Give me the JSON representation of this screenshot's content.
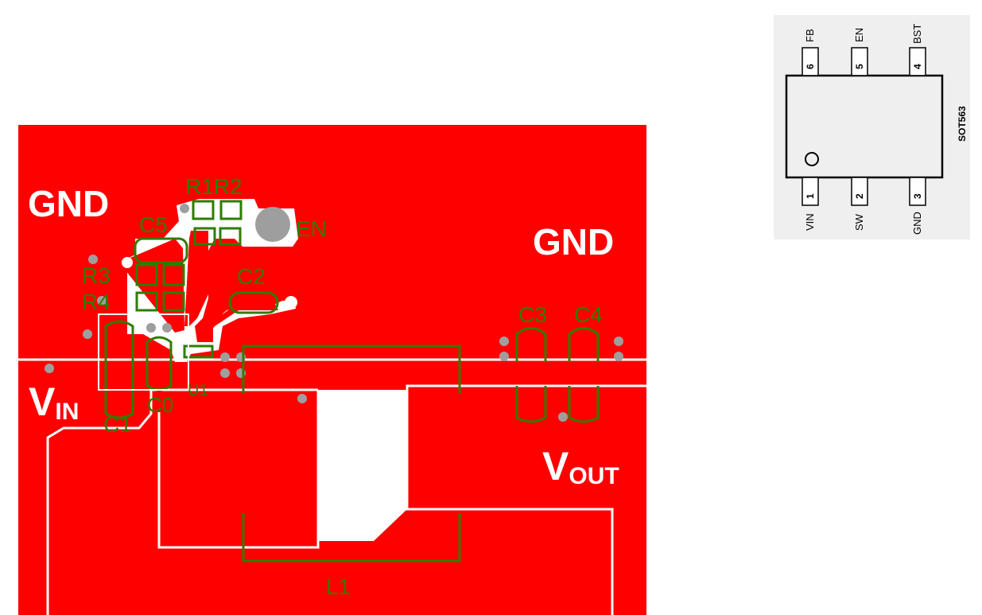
{
  "pcb": {
    "net_labels": {
      "gnd_left": "GND",
      "gnd_right": "GND",
      "vin_main": "V",
      "vin_sub": "IN",
      "vout_main": "V",
      "vout_sub": "OUT"
    },
    "refdes": {
      "r1r2": "R1R2",
      "c5": "C5",
      "en": "EN",
      "r3": "R3",
      "r4": "R4",
      "c2": "C2",
      "c3": "C3",
      "c4": "C4",
      "c1": "C1",
      "c0": "C0",
      "u1": "U1",
      "l1": "L1"
    },
    "colors": {
      "copper": "#ff0000",
      "silkscreen": "#2e7d00",
      "via": "#9e9e9e",
      "trace_edge": "#ffffff"
    }
  },
  "package": {
    "name": "SOT563",
    "top_pins": [
      {
        "num": "6",
        "name": "FB"
      },
      {
        "num": "5",
        "name": "EN"
      },
      {
        "num": "4",
        "name": "BST"
      }
    ],
    "bottom_pins": [
      {
        "num": "1",
        "name": "VIN"
      },
      {
        "num": "2",
        "name": "SW"
      },
      {
        "num": "3",
        "name": "GND"
      }
    ],
    "background": "#efefef"
  }
}
